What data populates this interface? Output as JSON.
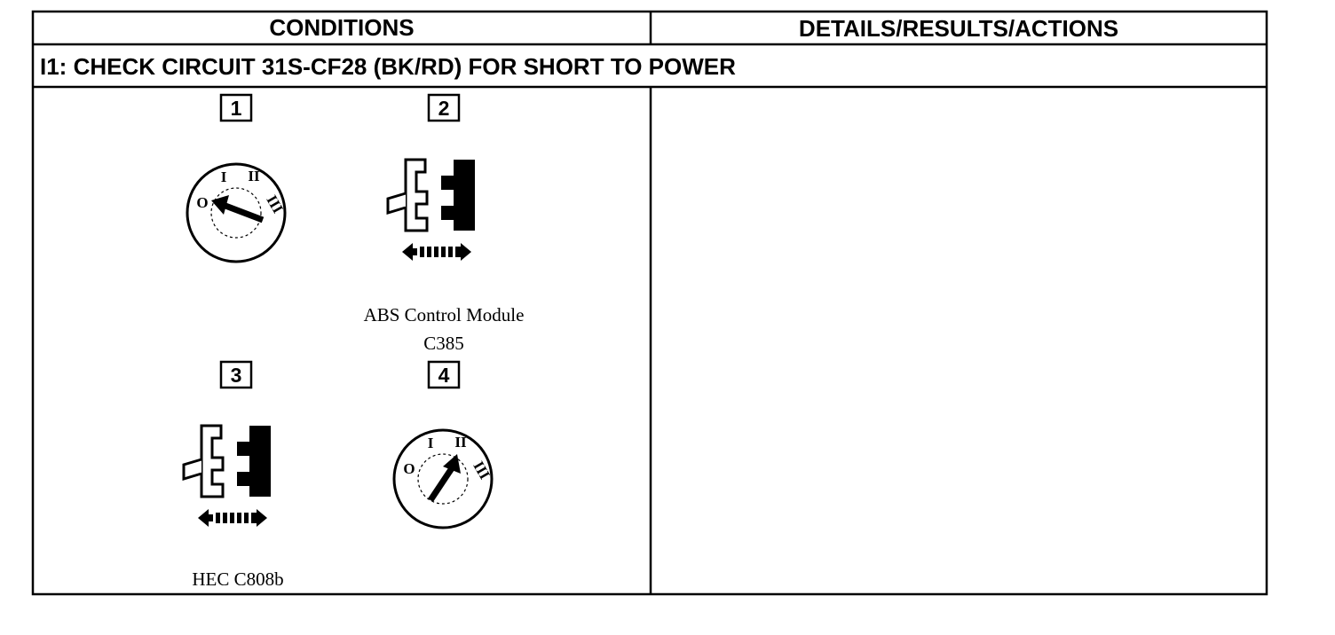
{
  "table": {
    "col_conditions": "CONDITIONS",
    "col_details": "DETAILS/RESULTS/ACTIONS",
    "section_title": "I1: CHECK CIRCUIT 31S-CF28 (BK/RD) FOR SHORT TO POWER"
  },
  "steps": [
    {
      "number": "1",
      "icon": "ignition-switch-off-icon"
    },
    {
      "number": "2",
      "icon": "connector-disconnect-icon",
      "caption_line1": "ABS Control Module",
      "caption_line2": "C385"
    },
    {
      "number": "3",
      "icon": "connector-disconnect-icon",
      "caption_line1": "HEC C808b"
    },
    {
      "number": "4",
      "icon": "ignition-switch-on-icon"
    }
  ],
  "ignition_labels": {
    "off": "O",
    "acc": "I",
    "run": "II",
    "start": "III"
  }
}
